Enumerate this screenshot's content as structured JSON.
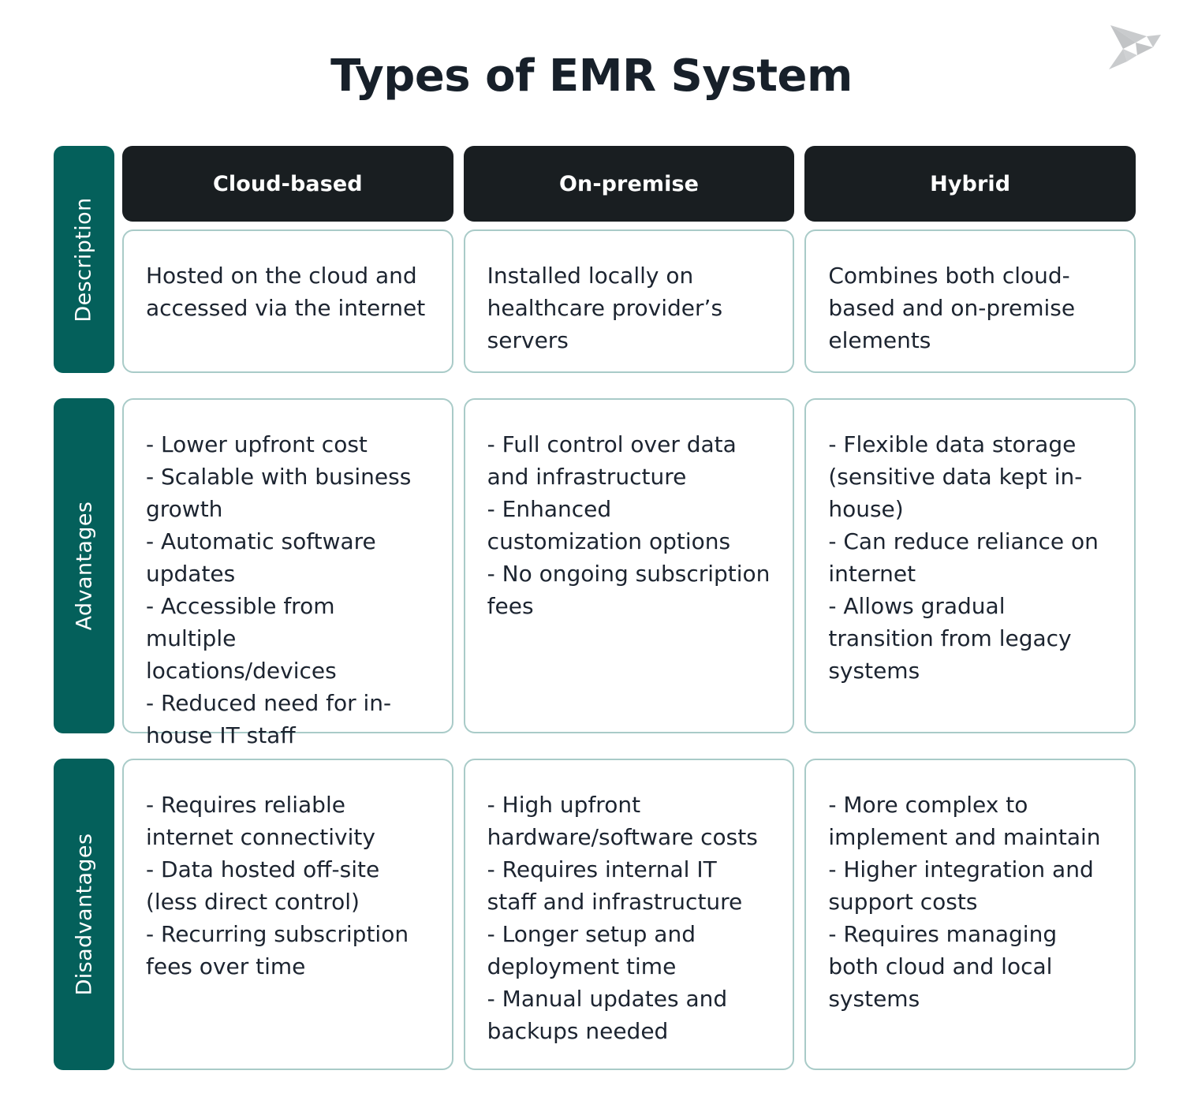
{
  "page": {
    "title": "Types of EMR System",
    "background_color": "#ffffff",
    "accent_teal": "#04605b",
    "header_dark": "#191e21",
    "card_border": "#a9cbc8",
    "text_color": "#1c2430"
  },
  "logo": {
    "name": "origami-bird-logo",
    "color": "#c9cbcd"
  },
  "table": {
    "columns": [
      {
        "label": "Cloud-based"
      },
      {
        "label": "On-premise"
      },
      {
        "label": "Hybrid"
      }
    ],
    "rows": [
      {
        "label": "Description",
        "cells": [
          "Hosted on the cloud and accessed via the internet",
          "Installed locally on healthcare provider’s servers",
          "Combines both cloud-based and on-premise elements"
        ]
      },
      {
        "label": "Advantages",
        "cells": [
          "- Lower upfront cost\n- Scalable with business growth\n- Automatic software updates\n- Accessible from multiple locations/devices\n- Reduced need for in-house IT staff",
          "- Full control over data and infrastructure\n- Enhanced customization options\n- No ongoing subscription fees",
          "- Flexible data storage (sensitive data kept in-house)\n- Can reduce reliance on internet\n- Allows gradual transition from legacy systems"
        ]
      },
      {
        "label": "Disadvantages",
        "cells": [
          "- Requires reliable internet connectivity\n- Data hosted off-site (less direct control)\n- Recurring subscription fees over time",
          "- High upfront hardware/software costs\n- Requires internal IT staff and infrastructure\n- Longer setup and deployment time\n- Manual updates and backups needed",
          "- More complex to implement and maintain\n- Higher integration and support costs\n- Requires managing both cloud and local systems"
        ]
      }
    ]
  }
}
